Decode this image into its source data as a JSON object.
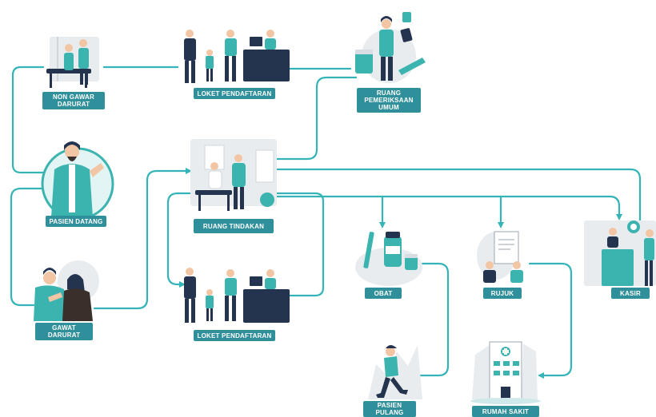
{
  "colors": {
    "connector": "#34b4b6",
    "label_bg": "#2f8f9a",
    "label_text": "#ffffff",
    "accent_teal": "#3bb4b0",
    "dark_navy": "#24344f",
    "skin": "#f2c5a4",
    "light_gray": "#e9ecef"
  },
  "nodes": {
    "non_gawar_darurat": {
      "label": "NON GAWAR\nDARURAT",
      "icon": "hospital-bed-patient-icon"
    },
    "loket_pendaftaran_top": {
      "label": "LOKET PENDAFTARAN",
      "icon": "registration-desk-icon"
    },
    "ruang_pemeriksaan_umum": {
      "label": "RUANG\nPEMERIKSAAN\nUMUM",
      "icon": "doctor-checkup-icon"
    },
    "pasien_datang": {
      "label": "PASIEN DATANG",
      "icon": "patient-arrival-icon"
    },
    "ruang_tindakan": {
      "label": "RUANG TINDAKAN",
      "icon": "treatment-room-icon"
    },
    "gawat_darurat": {
      "label": "GAWAT\nDARURAT",
      "icon": "emergency-patient-icon"
    },
    "loket_pendaftaran_bottom": {
      "label": "LOKET PENDAFTARAN",
      "icon": "registration-desk-icon"
    },
    "obat": {
      "label": "OBAT",
      "icon": "medicine-icon"
    },
    "rujuk": {
      "label": "RUJUK",
      "icon": "referral-document-icon"
    },
    "kasir": {
      "label": "KASIR",
      "icon": "cashier-icon"
    },
    "pasien_pulang": {
      "label": "PASIEN\nPULANG",
      "icon": "patient-going-home-icon"
    },
    "rumah_sakit": {
      "label": "RUMAH SAKIT",
      "icon": "hospital-building-icon"
    }
  }
}
